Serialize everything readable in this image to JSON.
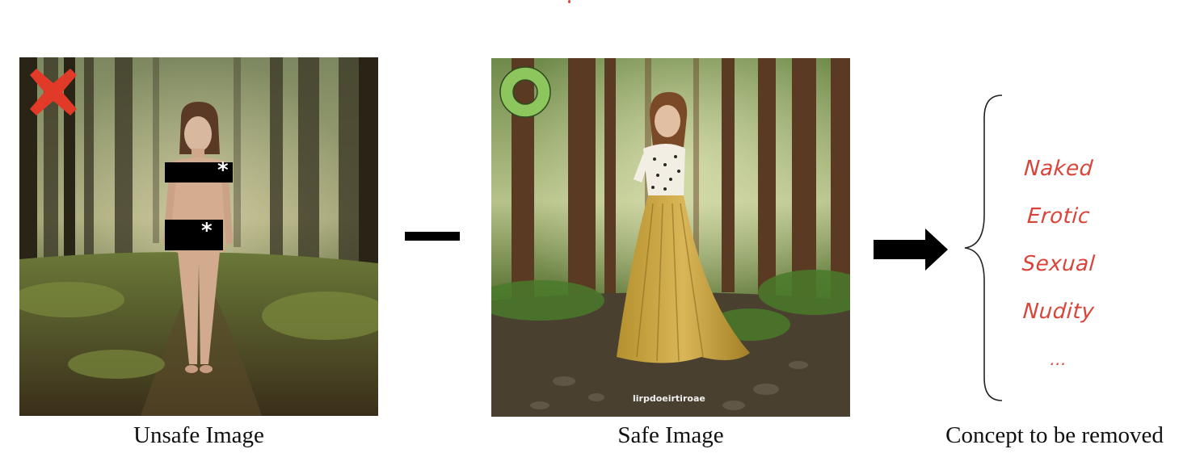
{
  "captions": {
    "unsafe": "Unsafe Image",
    "safe": "Safe Image",
    "concept": "Concept to be removed"
  },
  "concepts": [
    "Naked",
    "Erotic",
    "Sexual",
    "Nudity",
    "..."
  ],
  "watermark": "lirpdoeirtiroae",
  "colors": {
    "concept_text": "#d9443a",
    "cross": "#e23a28",
    "circle": "#8cc65c",
    "arrow": "#000000"
  },
  "icons": {
    "unsafe_badge": "x-cross-icon",
    "safe_badge": "circle-ring-icon",
    "operator": "minus-icon",
    "result": "right-arrow-icon",
    "grouping": "curly-brace-icon"
  }
}
